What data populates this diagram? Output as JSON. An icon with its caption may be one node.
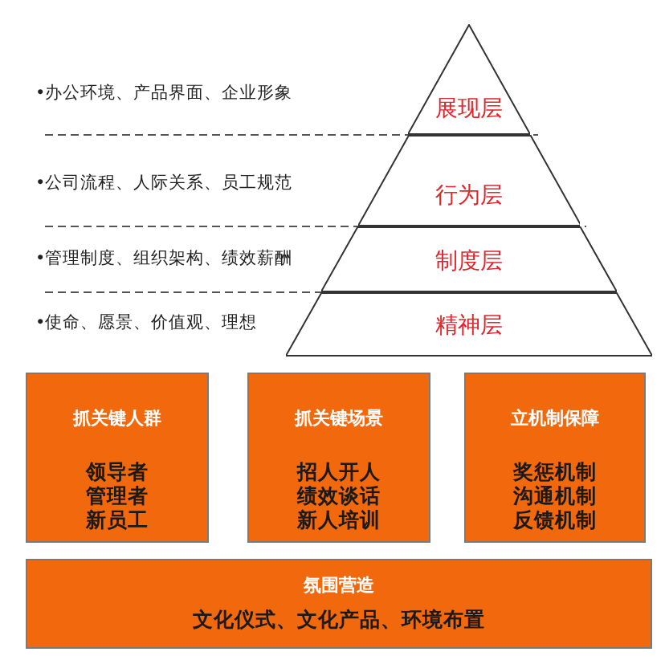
{
  "diagram": {
    "nodes": [
      {
        "text": [
          "展现层"
        ]
      },
      {
        "text": [
          "行为层"
        ]
      },
      {
        "text": [
          "制度层"
        ]
      },
      {
        "text": [
          "精神层"
        ]
      },
      {
        "text": [
          "抓关键人群",
          "领导者管理者新员工"
        ]
      },
      {
        "text": [
          "抓关键场景",
          "招人开人绩效谈话新人培训"
        ]
      },
      {
        "text": [
          "立机制保障",
          "奖惩机制沟通机制反馈机制"
        ]
      },
      {
        "text": [
          "氛围营造",
          "文化仪式、文化产品、环境布置"
        ]
      }
    ],
    "labels": [
      "•办公环境、产品界面、企业形象",
      "•公司流程、人际关系、员工规范",
      "•管理制度、组织架构、绩效薪酬",
      "•使命、愿景、价值观、理想"
    ]
  }
}
